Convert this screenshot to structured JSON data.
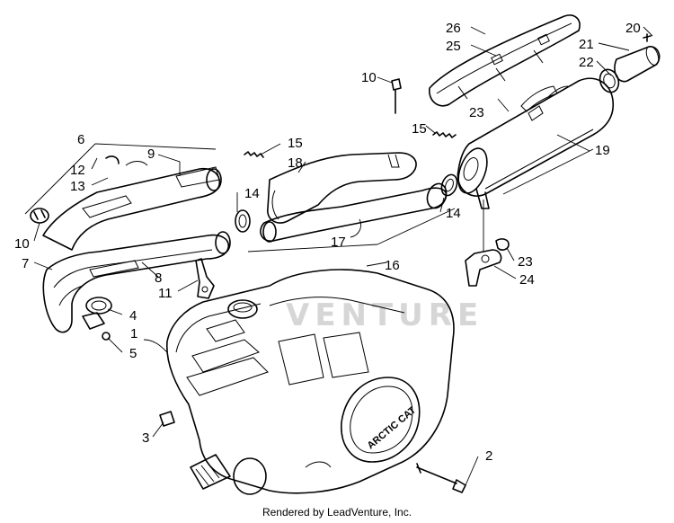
{
  "diagram": {
    "callouts": [
      {
        "id": "c1",
        "label": "1"
      },
      {
        "id": "c2",
        "label": "2"
      },
      {
        "id": "c3",
        "label": "3"
      },
      {
        "id": "c4",
        "label": "4"
      },
      {
        "id": "c5",
        "label": "5"
      },
      {
        "id": "c6",
        "label": "6"
      },
      {
        "id": "c7",
        "label": "7"
      },
      {
        "id": "c8",
        "label": "8"
      },
      {
        "id": "c9",
        "label": "9"
      },
      {
        "id": "c10a",
        "label": "10"
      },
      {
        "id": "c10b",
        "label": "10"
      },
      {
        "id": "c11",
        "label": "11"
      },
      {
        "id": "c12",
        "label": "12"
      },
      {
        "id": "c13",
        "label": "13"
      },
      {
        "id": "c14a",
        "label": "14"
      },
      {
        "id": "c14b",
        "label": "14"
      },
      {
        "id": "c15a",
        "label": "15"
      },
      {
        "id": "c15b",
        "label": "15"
      },
      {
        "id": "c16",
        "label": "16"
      },
      {
        "id": "c17",
        "label": "17"
      },
      {
        "id": "c18",
        "label": "18"
      },
      {
        "id": "c19",
        "label": "19"
      },
      {
        "id": "c20",
        "label": "20"
      },
      {
        "id": "c21",
        "label": "21"
      },
      {
        "id": "c22",
        "label": "22"
      },
      {
        "id": "c23a",
        "label": "23"
      },
      {
        "id": "c23b",
        "label": "23"
      },
      {
        "id": "c24",
        "label": "24"
      },
      {
        "id": "c25",
        "label": "25"
      },
      {
        "id": "c26",
        "label": "26"
      }
    ],
    "engine_brand": "ARCTIC CAT",
    "watermark": "VENTURE"
  },
  "footer": {
    "text": "Rendered by LeadVenture, Inc."
  }
}
